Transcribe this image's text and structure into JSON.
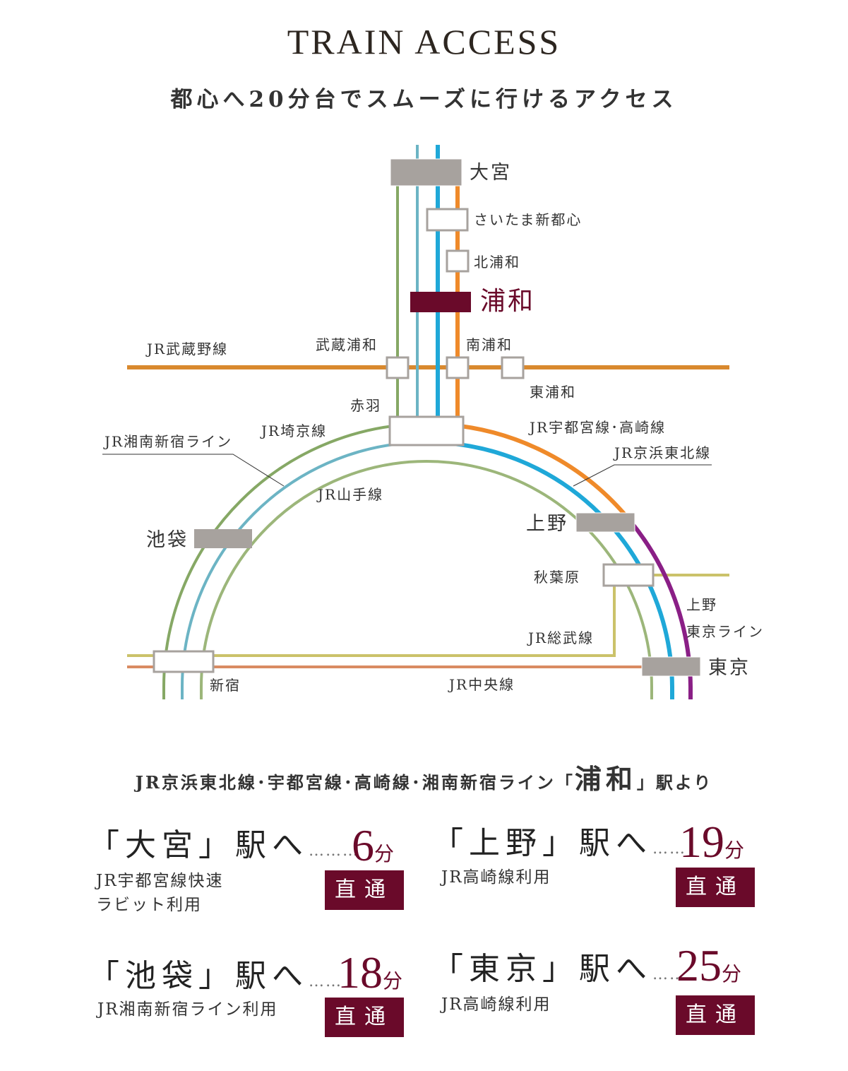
{
  "header": {
    "title": "TRAIN ACCESS",
    "subtitle": "都心へ20分台でスムーズに行けるアクセス"
  },
  "colors": {
    "accent": "#6a0a2a",
    "station_gray": "#a7a29e",
    "green": "#86a865",
    "light_blue": "#6cb4c4",
    "blue": "#1fa8d8",
    "orange": "#ef8a2a",
    "purple": "#8a1f86",
    "yamanote": "#9cb67a",
    "musashino": "#d9892e",
    "sobu": "#cbc26a",
    "chuo": "#d98b62"
  },
  "map": {
    "stations": {
      "omiya": "大宮",
      "saitama_shintoshin": "さいたま新都心",
      "kita_urawa": "北浦和",
      "urawa": "浦和",
      "musashi_urawa": "武蔵浦和",
      "minami_urawa": "南浦和",
      "higashi_urawa": "東浦和",
      "akabane": "赤羽",
      "ikebukuro": "池袋",
      "ueno": "上野",
      "akihabara": "秋葉原",
      "tokyo": "東京",
      "shinjuku": "新宿"
    },
    "lines": {
      "musashino": "JR武蔵野線",
      "saikyo": "JR埼京線",
      "shonan_shinjuku": "JR湘南新宿ライン",
      "yamanote": "JR山手線",
      "utsunomiya_takasaki": "JR宇都宮線･高崎線",
      "keihin_tohoku": "JR京浜東北線",
      "ueno_tokyo_1": "上野",
      "ueno_tokyo_2": "東京ライン",
      "sobu": "JR総武線",
      "chuo": "JR中央線"
    }
  },
  "from": {
    "prefix": "JR京浜東北線･宇都宮線･高崎線･湘南新宿ライン「",
    "station": "浦和",
    "suffix": "」駅より"
  },
  "routes": [
    {
      "dest": "「大宮」",
      "eki": "駅へ",
      "dots": "………",
      "minutes": "6",
      "unit": "分",
      "note1": "JR宇都宮線快速",
      "note2": "ラビット利用",
      "badge": "直通"
    },
    {
      "dest": "「上野」",
      "eki": "駅へ",
      "dots": "……",
      "minutes": "19",
      "unit": "分",
      "note1": "JR高崎線利用",
      "note2": "",
      "badge": "直通"
    },
    {
      "dest": "「池袋」",
      "eki": "駅へ",
      "dots": "……",
      "minutes": "18",
      "unit": "分",
      "note1": "JR湘南新宿ライン利用",
      "note2": "",
      "badge": "直通"
    },
    {
      "dest": "「東京」",
      "eki": "駅へ",
      "dots": "……",
      "minutes": "25",
      "unit": "分",
      "note1": "JR高崎線利用",
      "note2": "",
      "badge": "直通"
    }
  ]
}
